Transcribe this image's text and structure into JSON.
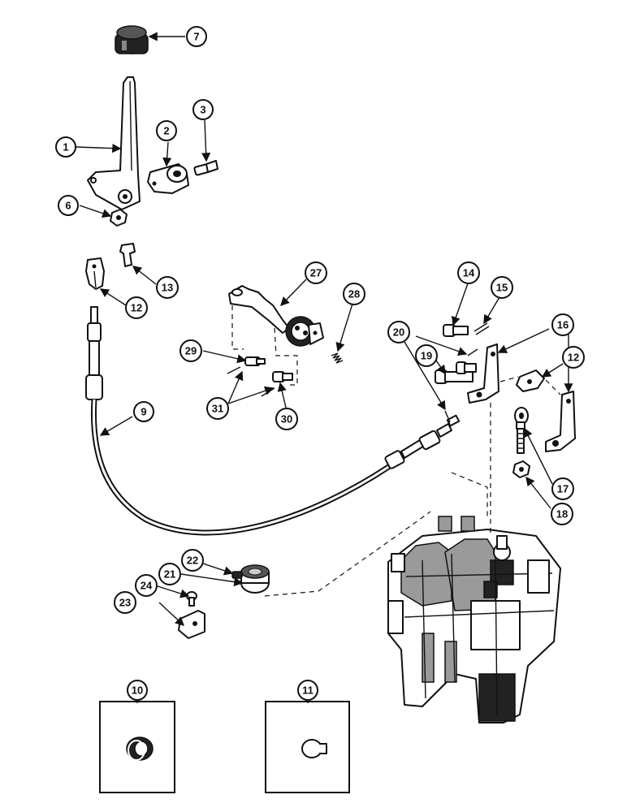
{
  "callouts": [
    "1",
    "2",
    "3",
    "6",
    "7",
    "9",
    "10",
    "11",
    "12",
    "12",
    "13",
    "14",
    "15",
    "16",
    "17",
    "18",
    "19",
    "20",
    "21",
    "22",
    "23",
    "24",
    "27",
    "28",
    "29",
    "30",
    "31"
  ],
  "colors": {
    "ink": "#111111",
    "paper": "#ffffff",
    "shade": "#9a9a9a"
  }
}
